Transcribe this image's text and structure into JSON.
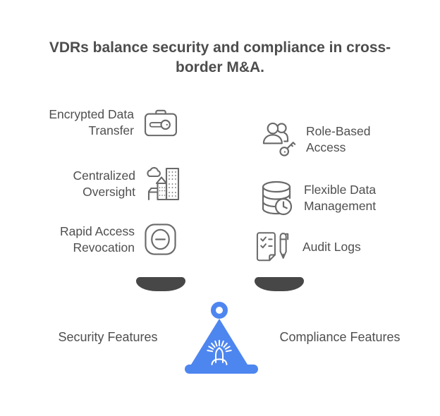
{
  "title": "VDRs balance security and compliance in cross-border M&A.",
  "security": {
    "items": [
      {
        "label": "Encrypted Data Transfer",
        "icon": "briefcase-key-icon"
      },
      {
        "label": "Centralized Oversight",
        "icon": "city-cloud-icon"
      },
      {
        "label": "Rapid Access Revocation",
        "icon": "remove-circle-icon"
      }
    ],
    "footer_label": "Security Features"
  },
  "compliance": {
    "items": [
      {
        "label": "Role-Based Access",
        "icon": "users-key-icon"
      },
      {
        "label": "Flexible Data Management",
        "icon": "database-clock-icon"
      },
      {
        "label": "Audit Logs",
        "icon": "checklist-pen-icon"
      }
    ],
    "footer_label": "Compliance Features"
  },
  "center_icon": "siren-beacon-icon",
  "colors": {
    "accent_blue": "#4e86f0",
    "icon_stroke": "#6a6a6a",
    "pan_dark": "#474747",
    "title_text": "#4d4d4d",
    "body_text": "#4f4f4f",
    "background": "#ffffff"
  }
}
